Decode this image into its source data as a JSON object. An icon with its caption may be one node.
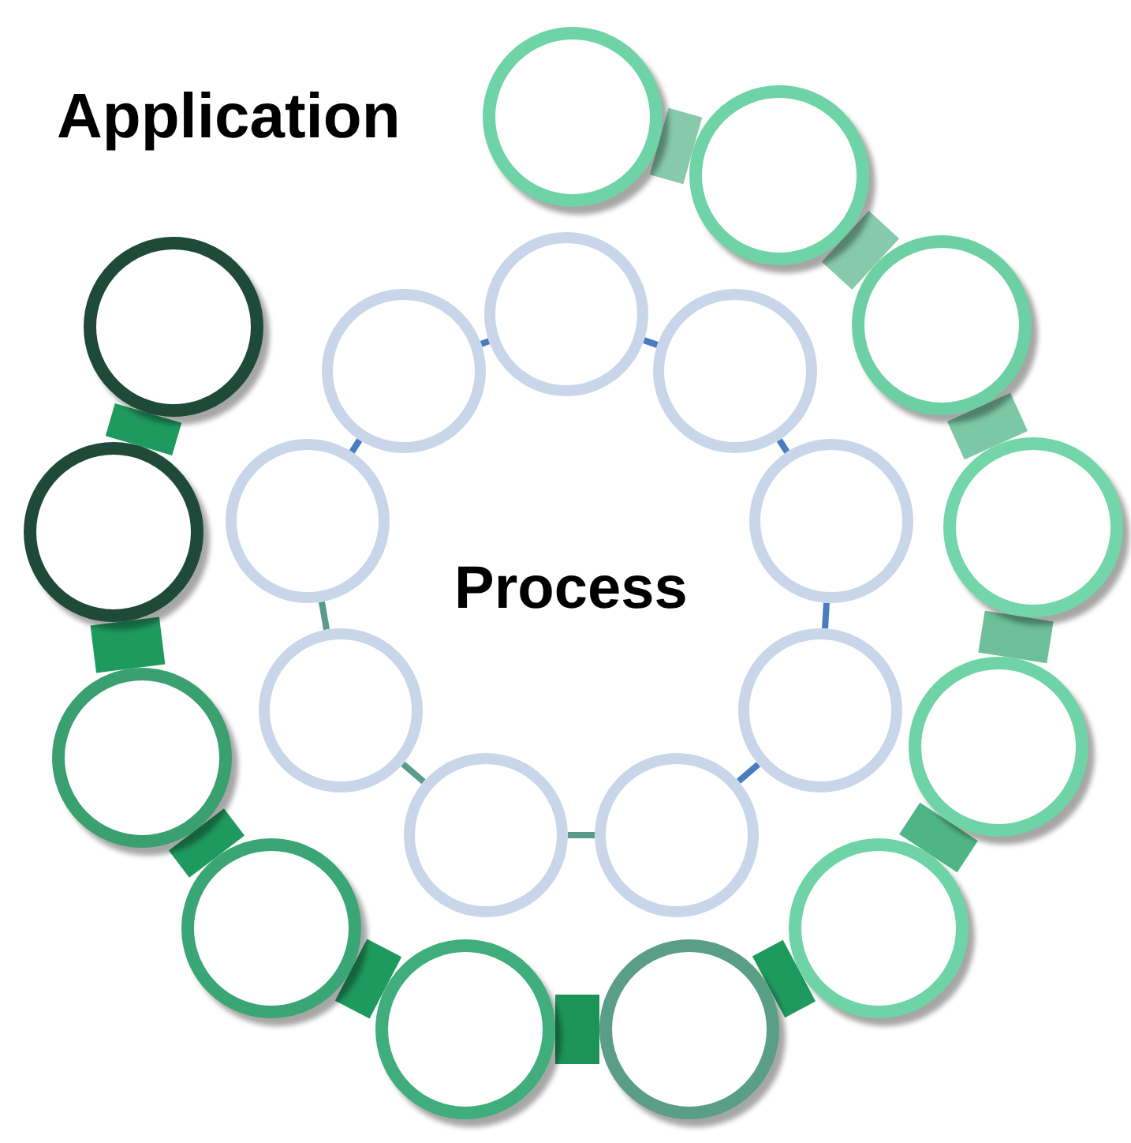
{
  "diagram": {
    "nodes": [
      {
        "text": [],
        "shape": "circle"
      },
      {
        "text": [],
        "shape": "circle"
      },
      {
        "text": [],
        "shape": "circle"
      },
      {
        "text": [],
        "shape": "circle"
      },
      {
        "text": [],
        "shape": "circle"
      },
      {
        "text": [],
        "shape": "circle"
      },
      {
        "text": [],
        "shape": "circle"
      },
      {
        "text": [],
        "shape": "circle"
      },
      {
        "text": [],
        "shape": "circle"
      },
      {
        "text": [],
        "shape": "circle"
      },
      {
        "text": [],
        "shape": "circle"
      },
      {
        "text": [],
        "shape": "circle"
      },
      {
        "text": [],
        "shape": "circle"
      },
      {
        "text": [],
        "shape": "circle"
      },
      {
        "text": [],
        "shape": "circle"
      },
      {
        "text": [],
        "shape": "circle"
      },
      {
        "text": [],
        "shape": "circle"
      },
      {
        "text": [],
        "shape": "circle"
      },
      {
        "text": [],
        "shape": "circle"
      },
      {
        "text": [],
        "shape": "circle"
      },
      {
        "text": [],
        "shape": "circle"
      }
    ],
    "edges": [
      {
        "from": 0,
        "to": 1,
        "arrow": "none",
        "color": "#86c9ab"
      },
      {
        "from": 1,
        "to": 2,
        "arrow": "none",
        "color": "#86c9ab"
      },
      {
        "from": 2,
        "to": 3,
        "arrow": "none",
        "color": "#7cc7a5"
      },
      {
        "from": 3,
        "to": 4,
        "arrow": "none",
        "color": "#6cbf98"
      },
      {
        "from": 4,
        "to": 5,
        "arrow": "none",
        "color": "#4fb585"
      },
      {
        "from": 5,
        "to": 6,
        "arrow": "none",
        "color": "#1f9a5e"
      },
      {
        "from": 6,
        "to": 7,
        "arrow": "none",
        "color": "#1c9458"
      },
      {
        "from": 7,
        "to": 8,
        "arrow": "none",
        "color": "#1f9a5e"
      },
      {
        "from": 8,
        "to": 9,
        "arrow": "none",
        "color": "#1f9a5e"
      },
      {
        "from": 9,
        "to": 10,
        "arrow": "none",
        "color": "#1f9a5e"
      },
      {
        "from": 10,
        "to": 11,
        "arrow": "none",
        "color": "#1f9a5e"
      },
      {
        "from": 12,
        "to": 13,
        "arrow": "none",
        "color": "#4a7cc0"
      },
      {
        "from": 13,
        "to": 14,
        "arrow": "none",
        "color": "#4a7cc0"
      },
      {
        "from": 14,
        "to": 15,
        "arrow": "none",
        "color": "#4a7cc0"
      },
      {
        "from": 15,
        "to": 16,
        "arrow": "none",
        "color": "#4a7cc0"
      },
      {
        "from": 16,
        "to": 17,
        "arrow": "none",
        "color": "#5a9a8a"
      },
      {
        "from": 17,
        "to": 18,
        "arrow": "none",
        "color": "#5a9a8a"
      },
      {
        "from": 18,
        "to": 19,
        "arrow": "none",
        "color": "#5a9a8a"
      },
      {
        "from": 19,
        "to": 20,
        "arrow": "none",
        "color": "#4a7cc0"
      },
      {
        "from": 20,
        "to": 12,
        "arrow": "none",
        "color": "#4a7cc0"
      }
    ],
    "labels": [
      "Application",
      "Process"
    ]
  }
}
